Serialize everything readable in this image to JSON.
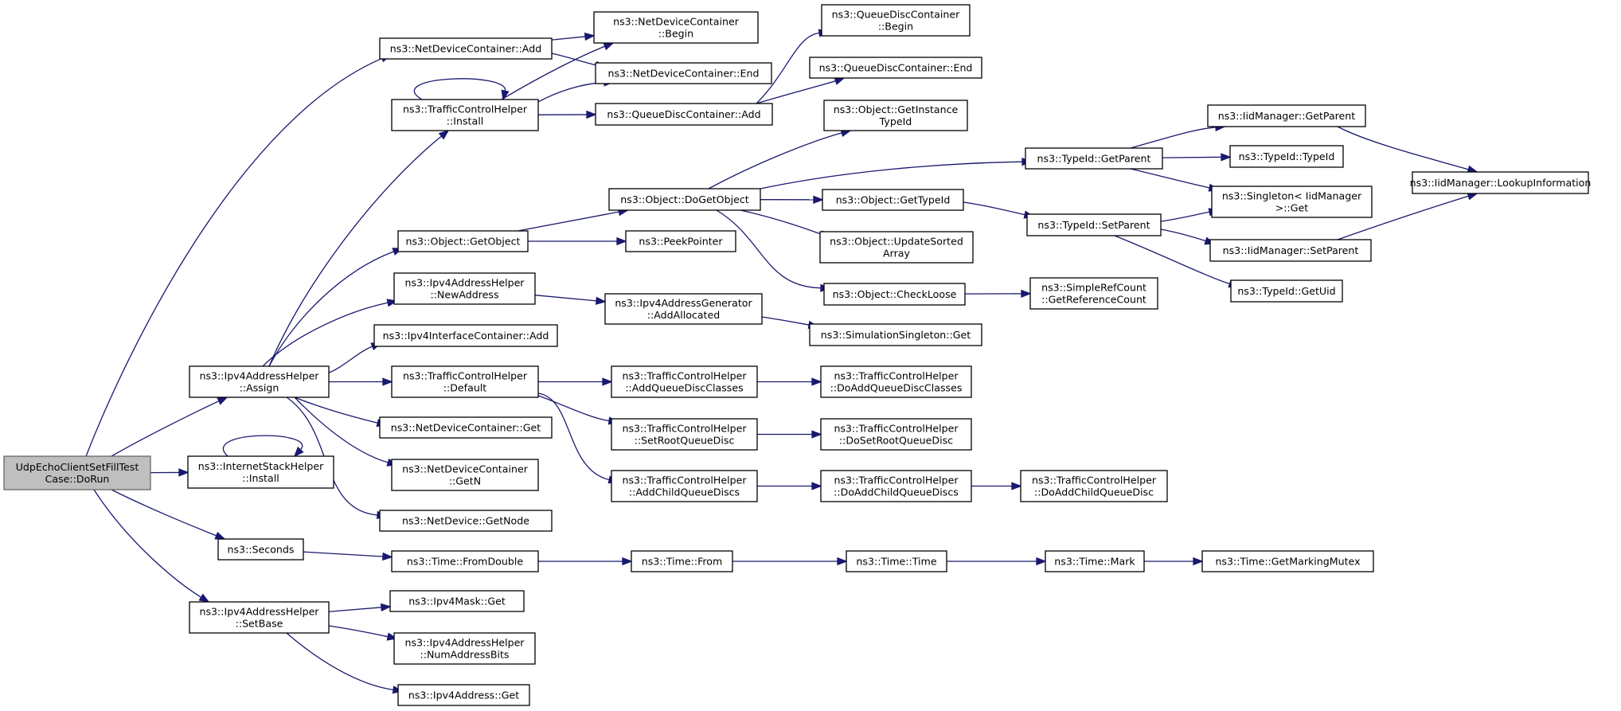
{
  "colors": {
    "edge": "#191970",
    "node_border": "#000000",
    "root_fill": "#bfbfbf",
    "root_border": "#666666"
  },
  "nodes": [
    {
      "id": "root",
      "lines": [
        "UdpEchoClientSetFillTest",
        "Case::DoRun"
      ],
      "root": true
    },
    {
      "id": "ndc_add",
      "lines": [
        "ns3::NetDeviceContainer::Add"
      ]
    },
    {
      "id": "ndc_begin",
      "lines": [
        "ns3::NetDeviceContainer",
        "::Begin"
      ]
    },
    {
      "id": "ndc_end",
      "lines": [
        "ns3::NetDeviceContainer::End"
      ]
    },
    {
      "id": "qdc_begin",
      "lines": [
        "ns3::QueueDiscContainer",
        "::Begin"
      ]
    },
    {
      "id": "qdc_end",
      "lines": [
        "ns3::QueueDiscContainer::End"
      ]
    },
    {
      "id": "tch_install",
      "lines": [
        "ns3::TrafficControlHelper",
        "::Install"
      ]
    },
    {
      "id": "qdc_add",
      "lines": [
        "ns3::QueueDiscContainer::Add"
      ]
    },
    {
      "id": "obj_getinstance",
      "lines": [
        "ns3::Object::GetInstance",
        "TypeId"
      ]
    },
    {
      "id": "tid_getparent",
      "lines": [
        "ns3::TypeId::GetParent"
      ]
    },
    {
      "id": "iid_getparent",
      "lines": [
        "ns3::IidManager::GetParent"
      ]
    },
    {
      "id": "tid_typeid",
      "lines": [
        "ns3::TypeId::TypeId"
      ]
    },
    {
      "id": "iid_lookup",
      "lines": [
        "ns3::IidManager::LookupInformation"
      ]
    },
    {
      "id": "singleton_get",
      "lines": [
        "ns3::Singleton< IidManager",
        " >::Get"
      ]
    },
    {
      "id": "obj_dogetobject",
      "lines": [
        "ns3::Object::DoGetObject"
      ]
    },
    {
      "id": "obj_gettypeid",
      "lines": [
        "ns3::Object::GetTypeId"
      ]
    },
    {
      "id": "tid_setparent",
      "lines": [
        "ns3::TypeId::SetParent"
      ]
    },
    {
      "id": "iid_setparent",
      "lines": [
        "ns3::IidManager::SetParent"
      ]
    },
    {
      "id": "obj_getobject",
      "lines": [
        "ns3::Object::GetObject"
      ]
    },
    {
      "id": "peekpointer",
      "lines": [
        "ns3::PeekPointer"
      ]
    },
    {
      "id": "obj_updatesorted",
      "lines": [
        "ns3::Object::UpdateSorted",
        "Array"
      ]
    },
    {
      "id": "tid_getuid",
      "lines": [
        "ns3::TypeId::GetUid"
      ]
    },
    {
      "id": "obj_checkloose",
      "lines": [
        "ns3::Object::CheckLoose"
      ]
    },
    {
      "id": "src_getrefcount",
      "lines": [
        "ns3::SimpleRefCount",
        "::GetReferenceCount"
      ]
    },
    {
      "id": "ipv4ah_newaddress",
      "lines": [
        "ns3::Ipv4AddressHelper",
        "::NewAddress"
      ]
    },
    {
      "id": "ipv4ag_addallocated",
      "lines": [
        "ns3::Ipv4AddressGenerator",
        "::AddAllocated"
      ]
    },
    {
      "id": "simsingleton_get",
      "lines": [
        "ns3::SimulationSingleton::Get"
      ]
    },
    {
      "id": "ipv4ic_add",
      "lines": [
        "ns3::Ipv4InterfaceContainer::Add"
      ]
    },
    {
      "id": "ipv4ah_assign",
      "lines": [
        "ns3::Ipv4AddressHelper",
        "::Assign"
      ]
    },
    {
      "id": "tch_default",
      "lines": [
        "ns3::TrafficControlHelper",
        "::Default"
      ]
    },
    {
      "id": "tch_addqdclasses",
      "lines": [
        "ns3::TrafficControlHelper",
        "::AddQueueDiscClasses"
      ]
    },
    {
      "id": "tch_doaddqdclasses",
      "lines": [
        "ns3::TrafficControlHelper",
        "::DoAddQueueDiscClasses"
      ]
    },
    {
      "id": "ndc_get",
      "lines": [
        "ns3::NetDeviceContainer::Get"
      ]
    },
    {
      "id": "tch_setrootqd",
      "lines": [
        "ns3::TrafficControlHelper",
        "::SetRootQueueDisc"
      ]
    },
    {
      "id": "tch_dosetrootqd",
      "lines": [
        "ns3::TrafficControlHelper",
        "::DoSetRootQueueDisc"
      ]
    },
    {
      "id": "ish_install",
      "lines": [
        "ns3::InternetStackHelper",
        "::Install"
      ]
    },
    {
      "id": "ndc_getn",
      "lines": [
        "ns3::NetDeviceContainer",
        "::GetN"
      ]
    },
    {
      "id": "tch_addchildqds",
      "lines": [
        "ns3::TrafficControlHelper",
        "::AddChildQueueDiscs"
      ]
    },
    {
      "id": "tch_doaddchildqds",
      "lines": [
        "ns3::TrafficControlHelper",
        "::DoAddChildQueueDiscs"
      ]
    },
    {
      "id": "tch_doaddchildqd",
      "lines": [
        "ns3::TrafficControlHelper",
        "::DoAddChildQueueDisc"
      ]
    },
    {
      "id": "nd_getnode",
      "lines": [
        "ns3::NetDevice::GetNode"
      ]
    },
    {
      "id": "seconds",
      "lines": [
        "ns3::Seconds"
      ]
    },
    {
      "id": "time_fromdouble",
      "lines": [
        "ns3::Time::FromDouble"
      ]
    },
    {
      "id": "time_from",
      "lines": [
        "ns3::Time::From"
      ]
    },
    {
      "id": "time_time",
      "lines": [
        "ns3::Time::Time"
      ]
    },
    {
      "id": "time_mark",
      "lines": [
        "ns3::Time::Mark"
      ]
    },
    {
      "id": "time_getmarkingmutex",
      "lines": [
        "ns3::Time::GetMarkingMutex"
      ]
    },
    {
      "id": "ipv4ah_setbase",
      "lines": [
        "ns3::Ipv4AddressHelper",
        "::SetBase"
      ]
    },
    {
      "id": "ipv4mask_get",
      "lines": [
        "ns3::Ipv4Mask::Get"
      ]
    },
    {
      "id": "ipv4ah_numaddressbits",
      "lines": [
        "ns3::Ipv4AddressHelper",
        "::NumAddressBits"
      ]
    },
    {
      "id": "ipv4addr_get",
      "lines": [
        "ns3::Ipv4Address::Get"
      ]
    }
  ],
  "edges": [
    [
      "root",
      "ndc_add"
    ],
    [
      "root",
      "ipv4ah_assign"
    ],
    [
      "root",
      "ish_install"
    ],
    [
      "root",
      "seconds"
    ],
    [
      "root",
      "ipv4ah_setbase"
    ],
    [
      "ndc_add",
      "ndc_begin"
    ],
    [
      "ndc_add",
      "ndc_end"
    ],
    [
      "tch_install",
      "tch_install"
    ],
    [
      "tch_install",
      "ndc_begin"
    ],
    [
      "tch_install",
      "ndc_end"
    ],
    [
      "tch_install",
      "qdc_add"
    ],
    [
      "qdc_add",
      "qdc_begin"
    ],
    [
      "qdc_add",
      "qdc_end"
    ],
    [
      "obj_dogetobject",
      "obj_getinstance"
    ],
    [
      "obj_dogetobject",
      "tid_getparent"
    ],
    [
      "obj_dogetobject",
      "obj_gettypeid"
    ],
    [
      "obj_dogetobject",
      "obj_updatesorted"
    ],
    [
      "obj_dogetobject",
      "obj_checkloose"
    ],
    [
      "tid_getparent",
      "iid_getparent"
    ],
    [
      "tid_getparent",
      "tid_typeid"
    ],
    [
      "tid_getparent",
      "singleton_get"
    ],
    [
      "iid_getparent",
      "iid_lookup"
    ],
    [
      "iid_setparent",
      "iid_lookup"
    ],
    [
      "obj_gettypeid",
      "tid_setparent"
    ],
    [
      "tid_setparent",
      "singleton_get"
    ],
    [
      "tid_setparent",
      "iid_setparent"
    ],
    [
      "tid_setparent",
      "tid_getuid"
    ],
    [
      "obj_getobject",
      "obj_dogetobject"
    ],
    [
      "obj_getobject",
      "peekpointer"
    ],
    [
      "obj_checkloose",
      "src_getrefcount"
    ],
    [
      "ipv4ah_newaddress",
      "ipv4ag_addallocated"
    ],
    [
      "ipv4ag_addallocated",
      "simsingleton_get"
    ],
    [
      "ipv4ah_assign",
      "tch_install"
    ],
    [
      "ipv4ah_assign",
      "obj_getobject"
    ],
    [
      "ipv4ah_assign",
      "ipv4ah_newaddress"
    ],
    [
      "ipv4ah_assign",
      "ipv4ic_add"
    ],
    [
      "ipv4ah_assign",
      "tch_default"
    ],
    [
      "ipv4ah_assign",
      "ndc_get"
    ],
    [
      "ipv4ah_assign",
      "ndc_getn"
    ],
    [
      "ipv4ah_assign",
      "nd_getnode"
    ],
    [
      "tch_default",
      "tch_addqdclasses"
    ],
    [
      "tch_default",
      "tch_setrootqd"
    ],
    [
      "tch_default",
      "tch_addchildqds"
    ],
    [
      "tch_addqdclasses",
      "tch_doaddqdclasses"
    ],
    [
      "tch_setrootqd",
      "tch_dosetrootqd"
    ],
    [
      "tch_addchildqds",
      "tch_doaddchildqds"
    ],
    [
      "tch_doaddchildqds",
      "tch_doaddchildqd"
    ],
    [
      "ish_install",
      "ish_install"
    ],
    [
      "seconds",
      "time_fromdouble"
    ],
    [
      "time_fromdouble",
      "time_from"
    ],
    [
      "time_from",
      "time_time"
    ],
    [
      "time_time",
      "time_mark"
    ],
    [
      "time_mark",
      "time_getmarkingmutex"
    ],
    [
      "ipv4ah_setbase",
      "ipv4mask_get"
    ],
    [
      "ipv4ah_setbase",
      "ipv4ah_numaddressbits"
    ],
    [
      "ipv4ah_setbase",
      "ipv4addr_get"
    ]
  ]
}
